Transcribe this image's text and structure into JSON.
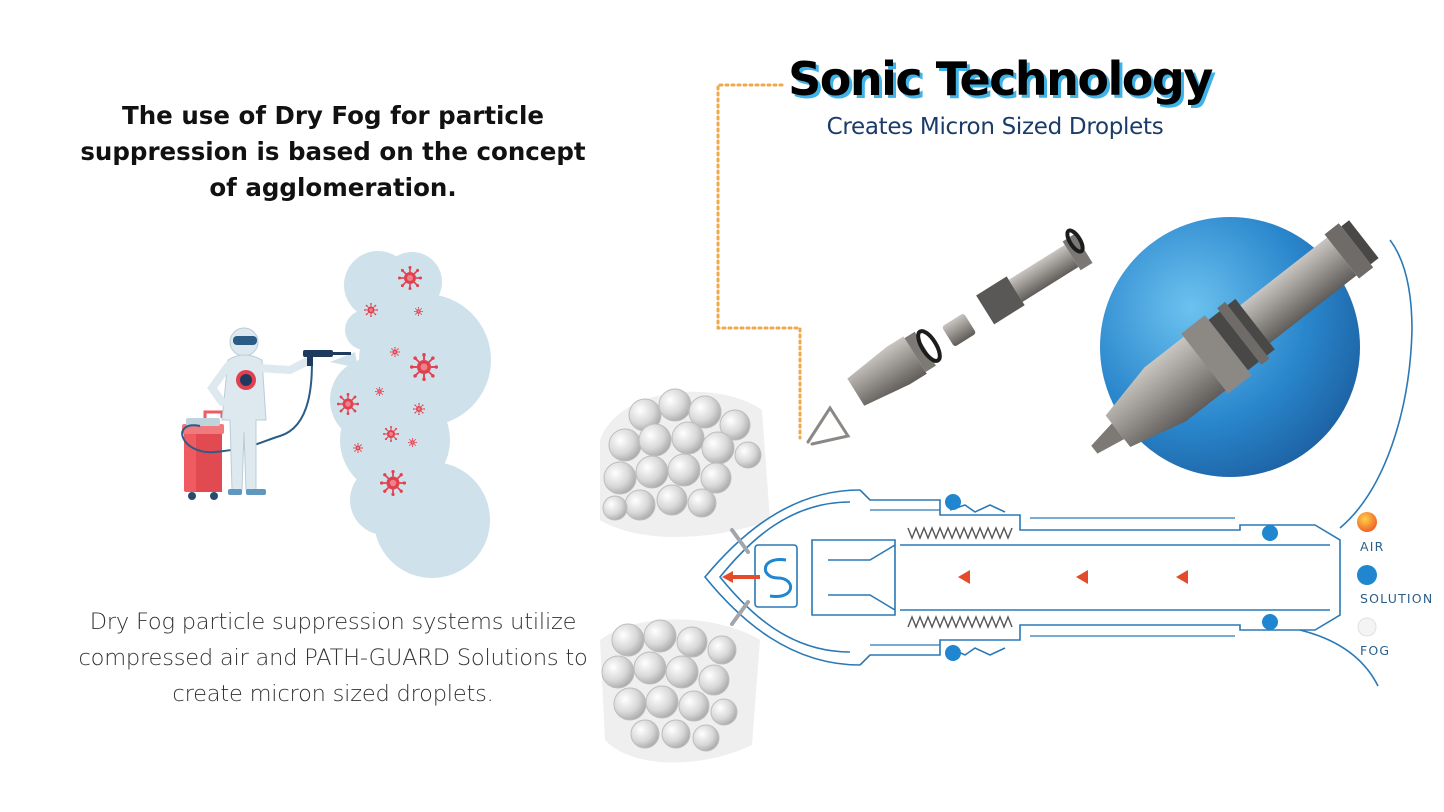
{
  "headline": "The use of Dry Fog for particle suppression is based on the concept of agglomeration.",
  "body_text": "Dry Fog particle suppression systems utilize compressed air and PATH-GUARD Solutions to create micron sized droplets.",
  "title": "Sonic Technology",
  "subtitle": "Creates Micron Sized Droplets",
  "legend": {
    "air": "AIR",
    "solution": "SOLUTION",
    "fog": "FOG"
  },
  "colors": {
    "title_shadow": "#3fb2e8",
    "subtitle": "#1b3c68",
    "blue_sphere": "#2a86cc",
    "air_orange": "#f39a2b",
    "air_red": "#e44b2a",
    "solution_blue": "#1f86cf",
    "diagram_line": "#2a79b6",
    "cloud": "#cfe1ea",
    "virus": "#e2404e",
    "cart_red": "#ef5b60",
    "dotted_leader": "#f0a94a"
  },
  "icons": [
    "worker-in-hazmat-suit-icon",
    "sprayer-cart-icon",
    "virus-icon",
    "nozzle-assembly-icon"
  ]
}
